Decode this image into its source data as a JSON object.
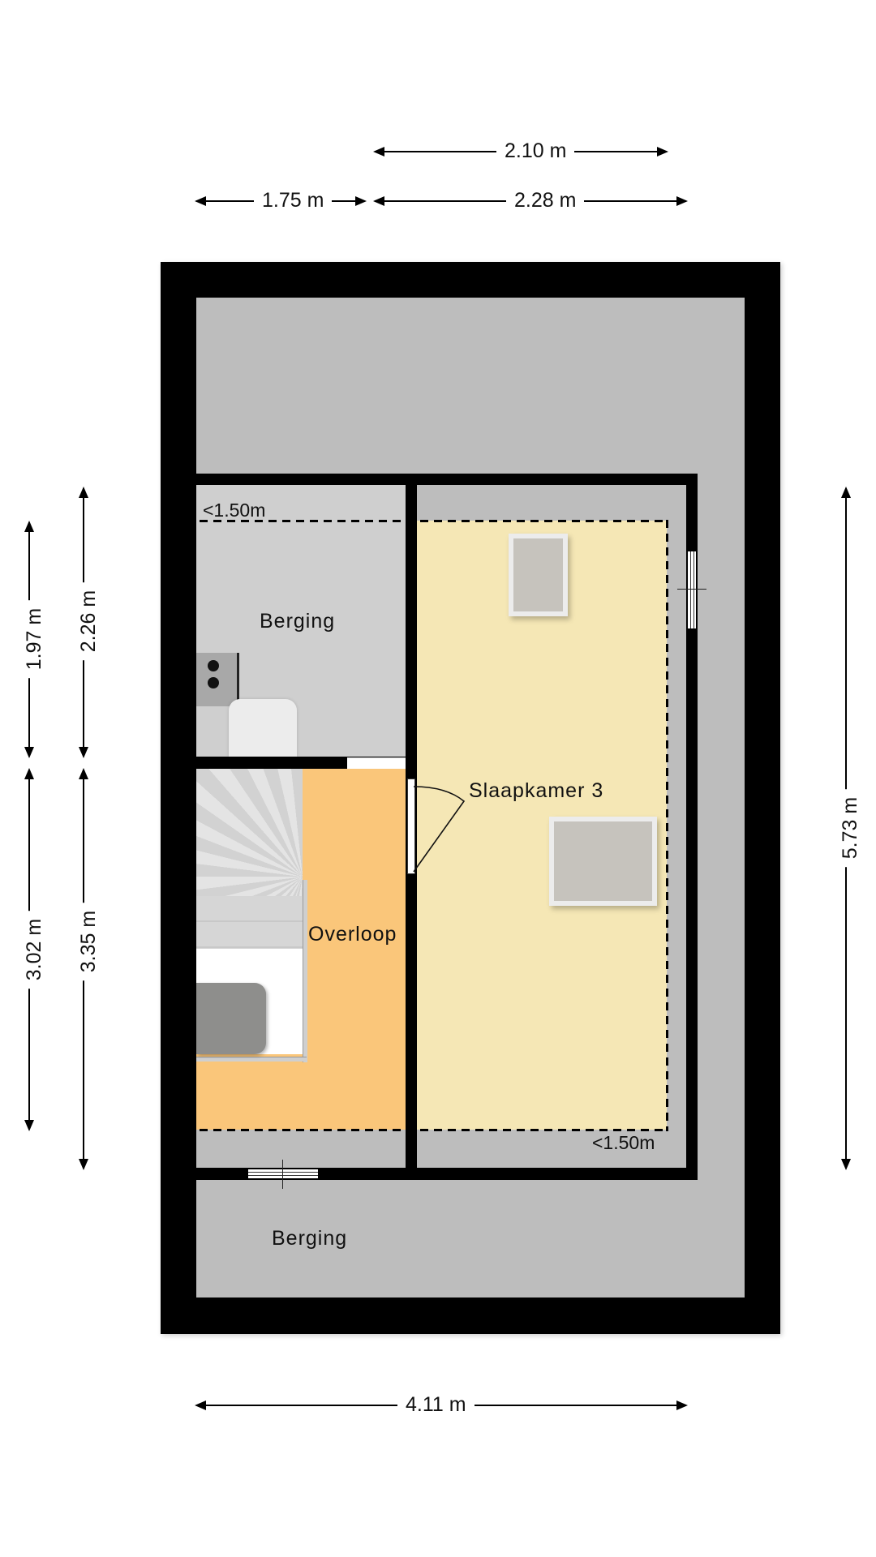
{
  "plan": {
    "colors": {
      "wall": "#000000",
      "attic_floor": "#bdbdbd",
      "berging_small": "#cfcfcf",
      "overloop": "#fac67a",
      "slaapkamer": "#f5e7b5",
      "stairs": "#d8d8d8",
      "skylight": "#c6c3bd"
    },
    "rooms": [
      {
        "name": "Berging",
        "id": "berging-small"
      },
      {
        "name": "Slaapkamer 3",
        "id": "slaapkamer-3"
      },
      {
        "name": "Overloop",
        "id": "overloop"
      },
      {
        "name": "Berging",
        "id": "berging-bottom"
      }
    ],
    "height_notes": {
      "top_left": "<1.50m",
      "bottom_right": "<1.50m"
    }
  },
  "dimensions": {
    "top_upper": "2.10 m",
    "top_left": "1.75 m",
    "top_right": "2.28 m",
    "bottom": "4.11 m",
    "left_outer_upper": "1.97 m",
    "left_outer_lower": "3.02 m",
    "left_inner_upper": "2.26 m",
    "left_inner_lower": "3.35 m",
    "right": "5.73 m"
  }
}
